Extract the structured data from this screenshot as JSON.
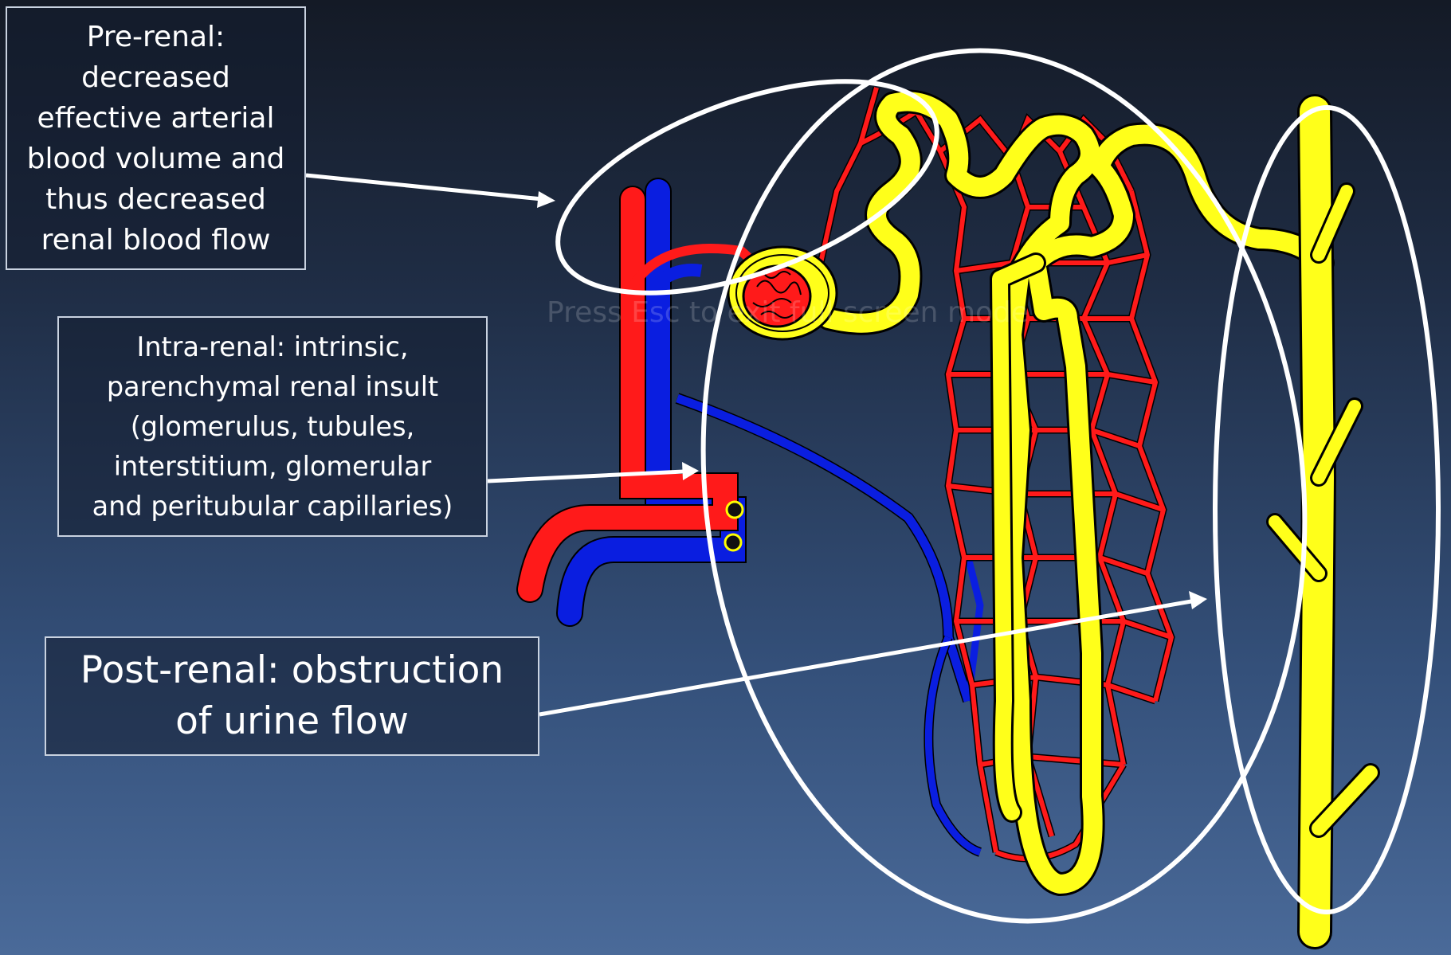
{
  "labels": {
    "pre_renal": "Pre-renal:\ndecreased\neffective arterial\nblood volume and\nthus decreased\nrenal blood flow",
    "intra_renal": "Intra-renal: intrinsic,\nparenchymal renal insult\n(glomerulus, tubules,\ninterstitium, glomerular\nand peritubular capillaries)",
    "post_renal": "Post-renal: obstruction\nof urine flow"
  },
  "watermark": "Press Esc to exit full screen mode",
  "colors": {
    "artery": "#ff1a1a",
    "vein": "#0a1ee0",
    "tubule": "#ffff1a",
    "outline": "#000000",
    "ellipse": "#ffffff"
  }
}
